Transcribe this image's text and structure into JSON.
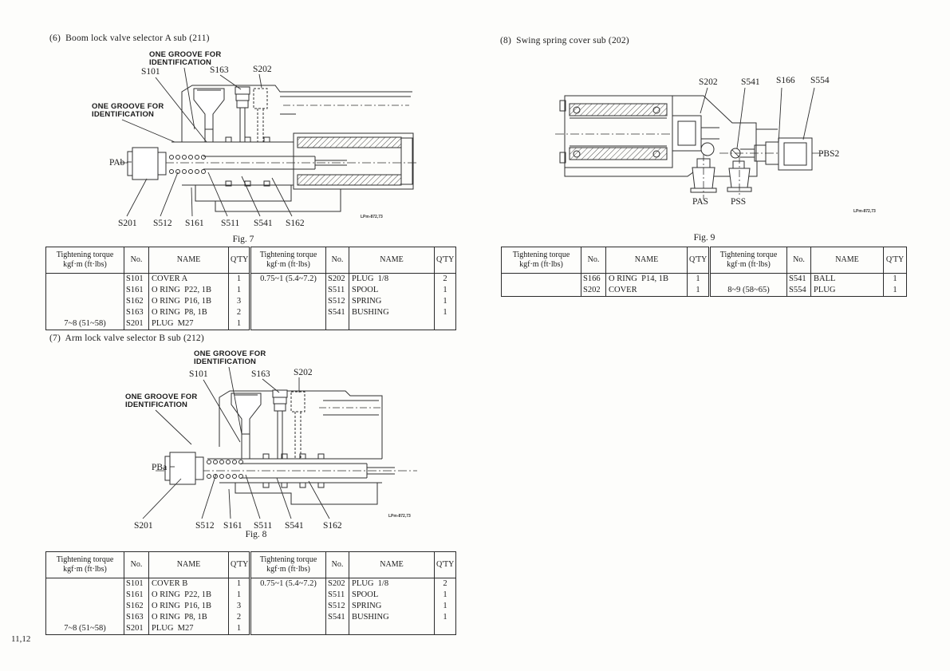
{
  "page": {
    "number": "11,12"
  },
  "headers": {
    "torque_line1": "Tightening torque",
    "torque_line2": "kgf·m (ft·lbs)",
    "no": "No.",
    "name": "NAME",
    "qty": "Q'TY"
  },
  "fig7": {
    "heading": "(6)  Boom lock valve selector A sub (211)",
    "caption": "Fig. 7",
    "watermark": "LPm-872,73",
    "groove_note_line1": "ONE GROOVE FOR",
    "groove_note_line2": "IDENTIFICATION",
    "port": "PAb",
    "top_labels": [
      "S101",
      "S163",
      "S202"
    ],
    "bottom_labels": [
      "S201",
      "S512",
      "S161",
      "S511",
      "S541",
      "S162"
    ],
    "table_rows": [
      [
        "",
        "S101",
        "COVER A",
        "1",
        "0.75~1 (5.4~7.2)",
        "S202",
        "PLUG  1/8",
        "2"
      ],
      [
        "",
        "S161",
        "O RING  P22, 1B",
        "1",
        "",
        "S511",
        "SPOOL",
        "1"
      ],
      [
        "",
        "S162",
        "O RING  P16, 1B",
        "3",
        "",
        "S512",
        "SPRING",
        "1"
      ],
      [
        "",
        "S163",
        "O RING  P8, 1B",
        "2",
        "",
        "S541",
        "BUSHING",
        "1"
      ],
      [
        "7~8 (51~58)",
        "S201",
        "PLUG  M27",
        "1",
        "",
        "",
        "",
        ""
      ]
    ]
  },
  "fig8": {
    "heading": "(7)  Arm lock valve selector B sub (212)",
    "caption": "Fig. 8",
    "watermark": "LPm-872,73",
    "groove_note_line1": "ONE GROOVE FOR",
    "groove_note_line2": "IDENTIFICATION",
    "port": "PBa",
    "top_labels": [
      "S101",
      "S163",
      "S202"
    ],
    "bottom_labels": [
      "S201",
      "S512",
      "S161",
      "S511",
      "S541",
      "S162"
    ],
    "table_rows": [
      [
        "",
        "S101",
        "COVER B",
        "1",
        "0.75~1 (5.4~7.2)",
        "S202",
        "PLUG  1/8",
        "2"
      ],
      [
        "",
        "S161",
        "O RING  P22, 1B",
        "1",
        "",
        "S511",
        "SPOOL",
        "1"
      ],
      [
        "",
        "S162",
        "O RING  P16, 1B",
        "3",
        "",
        "S512",
        "SPRING",
        "1"
      ],
      [
        "",
        "S163",
        "O RING  P8, 1B",
        "2",
        "",
        "S541",
        "BUSHING",
        "1"
      ],
      [
        "7~8 (51~58)",
        "S201",
        "PLUG  M27",
        "1",
        "",
        "",
        "",
        ""
      ]
    ]
  },
  "fig9": {
    "heading": "(8)  Swing spring cover sub (202)",
    "caption": "Fig. 9",
    "watermark": "LPm-872,73",
    "top_labels": [
      "S202",
      "S541",
      "S166",
      "S554"
    ],
    "port_right": "PBS2",
    "port_bottom_left": "PAS",
    "port_bottom_right": "PSS",
    "table_rows": [
      [
        "",
        "S166",
        "O RING  P14, 1B",
        "1",
        "",
        "S541",
        "BALL",
        "1"
      ],
      [
        "",
        "S202",
        "COVER",
        "1",
        "8~9 (58~65)",
        "S554",
        "PLUG",
        "1"
      ]
    ]
  }
}
